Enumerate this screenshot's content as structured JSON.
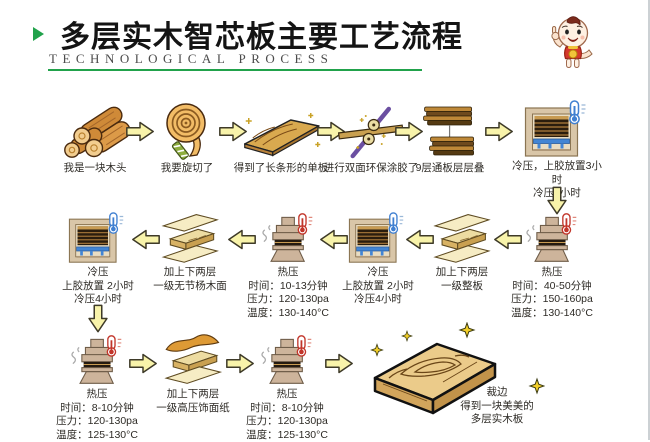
{
  "header": {
    "title": "多层实木智芯板主要工艺流程",
    "subtitle": "TECHNOLOGICAL PROCESS",
    "accent_color": "#21a24b"
  },
  "colors": {
    "arrow_fill": "#f8f3aa",
    "hot_press_red": "#c2352a",
    "cold_press_blue": "#3f7fd1",
    "wood_tan": "#d08a3a"
  },
  "steps": [
    {
      "name": "logs",
      "caption": [
        "我是一块木头"
      ]
    },
    {
      "name": "rotary-peel",
      "caption": [
        "我要旋切了"
      ]
    },
    {
      "name": "veneer",
      "caption": [
        "得到了长条形的单板"
      ]
    },
    {
      "name": "glue-coating",
      "caption": [
        "进行双面环保涂胶了"
      ]
    },
    {
      "name": "stack-9-layers",
      "caption": [
        "9层通板层层叠"
      ]
    },
    {
      "name": "cold-press-1",
      "caption": [
        "冷压，上胶放置3小时",
        "冷压6小时"
      ]
    },
    {
      "name": "hot-press-1",
      "caption": [
        "热压",
        "时间：40-50分钟",
        "压力：150-160pa",
        "温度：130-140°C"
      ]
    },
    {
      "name": "add-layers-1",
      "caption": [
        "加上下两层",
        "一级整板"
      ]
    },
    {
      "name": "cold-press-2",
      "caption": [
        "冷压",
        "上胶放置 2小时",
        "冷压4小时"
      ]
    },
    {
      "name": "hot-press-2",
      "caption": [
        "热压",
        "时间：10-13分钟",
        "压力：120-130pa",
        "温度：130-140°C"
      ]
    },
    {
      "name": "add-layers-2",
      "caption": [
        "加上下两层",
        "一级无节杨木面"
      ]
    },
    {
      "name": "cold-press-3",
      "caption": [
        "冷压",
        "上胶放置 2小时",
        "冷压4小时"
      ]
    },
    {
      "name": "hot-press-3",
      "caption": [
        "热压",
        "时间：8-10分钟",
        "压力：120-130pa",
        "温度：125-130°C"
      ]
    },
    {
      "name": "add-layers-3",
      "caption": [
        "加上下两层",
        "一级高压饰面纸"
      ]
    },
    {
      "name": "hot-press-4",
      "caption": [
        "热压",
        "时间：8-10分钟",
        "压力：120-130pa",
        "温度：125-130°C"
      ]
    },
    {
      "name": "trim-final",
      "caption": [
        "裁边",
        "得到一块美美的",
        "多层实木板"
      ]
    }
  ]
}
